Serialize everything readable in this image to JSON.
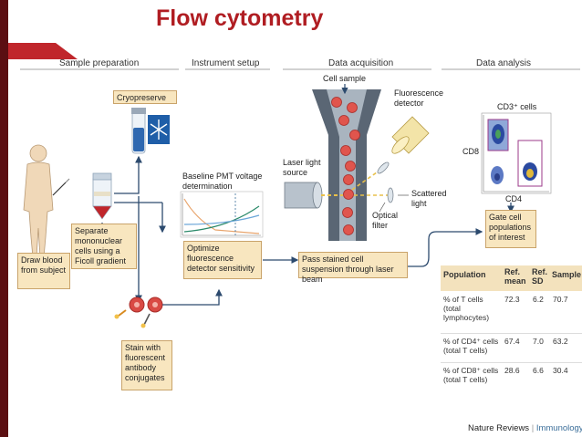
{
  "title": "Flow cytometry",
  "sections": {
    "sample_preparation": "Sample preparation",
    "instrument_setup": "Instrument setup",
    "data_acquisition": "Data acquisition",
    "data_analysis": "Data analysis"
  },
  "steps": {
    "cryopreserve": "Cryopreserve",
    "draw_blood": "Draw blood from subject",
    "separate": "Separate mononuclear cells using a Ficoll gradient",
    "stain": "Stain with fluorescent antibody conjugates",
    "baseline_pmt": "Baseline PMT voltage determination",
    "optimize": "Optimize fluorescence detector sensitivity",
    "pass_cells": "Pass stained cell suspension through laser beam",
    "gate_cells": "Gate cell populations of interest"
  },
  "labels": {
    "cell_sample": "Cell sample",
    "fluorescence_detector": "Fluorescence detector",
    "laser_source": "Laser light source",
    "optical_filter": "Optical filter",
    "scattered_light": "Scattered light",
    "cd3_cells": "CD3⁺ cells",
    "cd8": "CD8",
    "cd4": "CD4"
  },
  "table": {
    "headers": [
      "Population",
      "Ref. mean",
      "Ref. SD",
      "Sample"
    ],
    "rows": [
      [
        "% of T cells (total lymphocytes)",
        "72.3",
        "6.2",
        "70.7"
      ],
      [
        "% of CD4⁺ cells (total T cells)",
        "67.4",
        "7.0",
        "63.2"
      ],
      [
        "% of CD8⁺ cells (total T cells)",
        "28.6",
        "6.6",
        "30.4"
      ]
    ]
  },
  "footer": {
    "journal": "Nature Reviews",
    "section": "Immunology"
  },
  "colors": {
    "title": "#b01d22",
    "box_fill": "#f8e6bf",
    "accent_dark": "#5b0f12",
    "arrow": "#2c4a6e"
  }
}
